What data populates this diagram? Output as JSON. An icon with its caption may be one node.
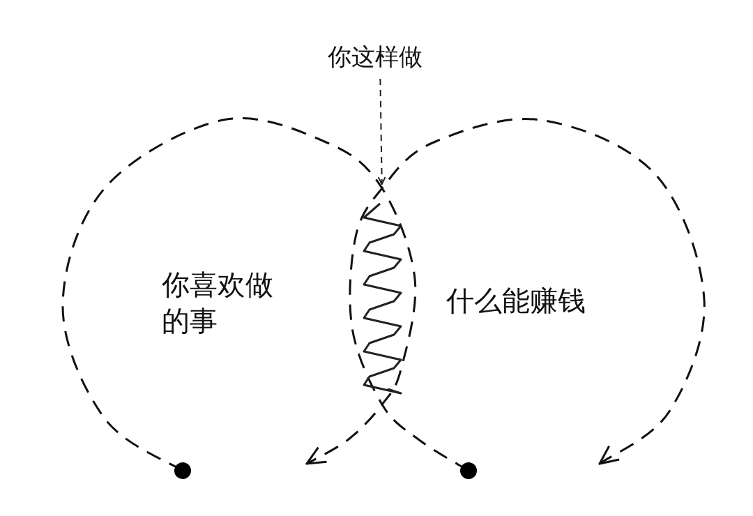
{
  "diagram": {
    "nodes": [
      {
        "text": [
          "你这样做"
        ]
      },
      {
        "text": [
          "你喜欢做的事"
        ]
      },
      {
        "text": [
          "什么能赚钱"
        ]
      },
      {
        "text": [],
        "shape": "picture"
      }
    ],
    "edges": [
      {
        "from": 0,
        "to": 3,
        "arrow": "to",
        "style": "dashed"
      }
    ]
  }
}
